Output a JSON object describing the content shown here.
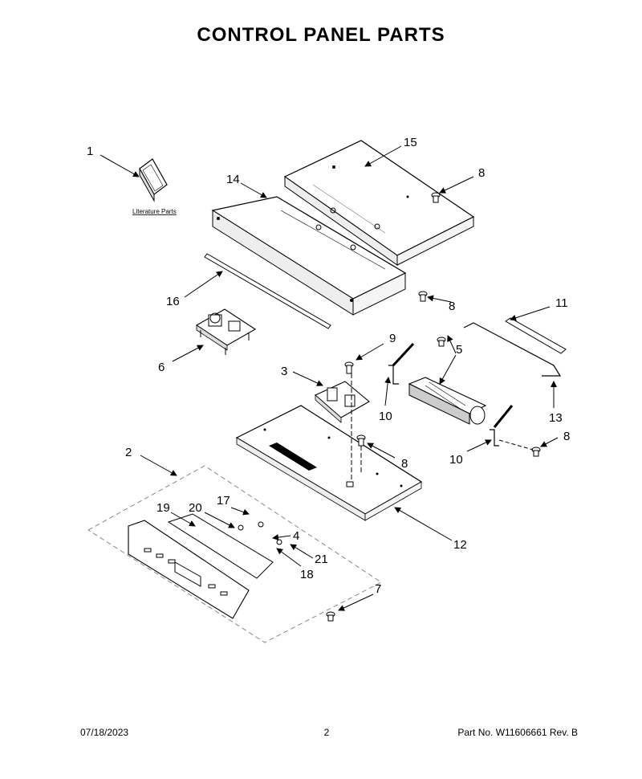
{
  "title": "CONTROL PANEL PARTS",
  "literature_label": "Literature Parts",
  "callouts": [
    "1",
    "15",
    "8",
    "14",
    "16",
    "8",
    "11",
    "6",
    "9",
    "5",
    "3",
    "10",
    "13",
    "2",
    "8",
    "10",
    "8",
    "12",
    "17",
    "19",
    "20",
    "4",
    "21",
    "18",
    "7"
  ],
  "footer": {
    "date": "07/18/2023",
    "page": "2",
    "part": "Part No.  W11606661  Rev.  B"
  }
}
